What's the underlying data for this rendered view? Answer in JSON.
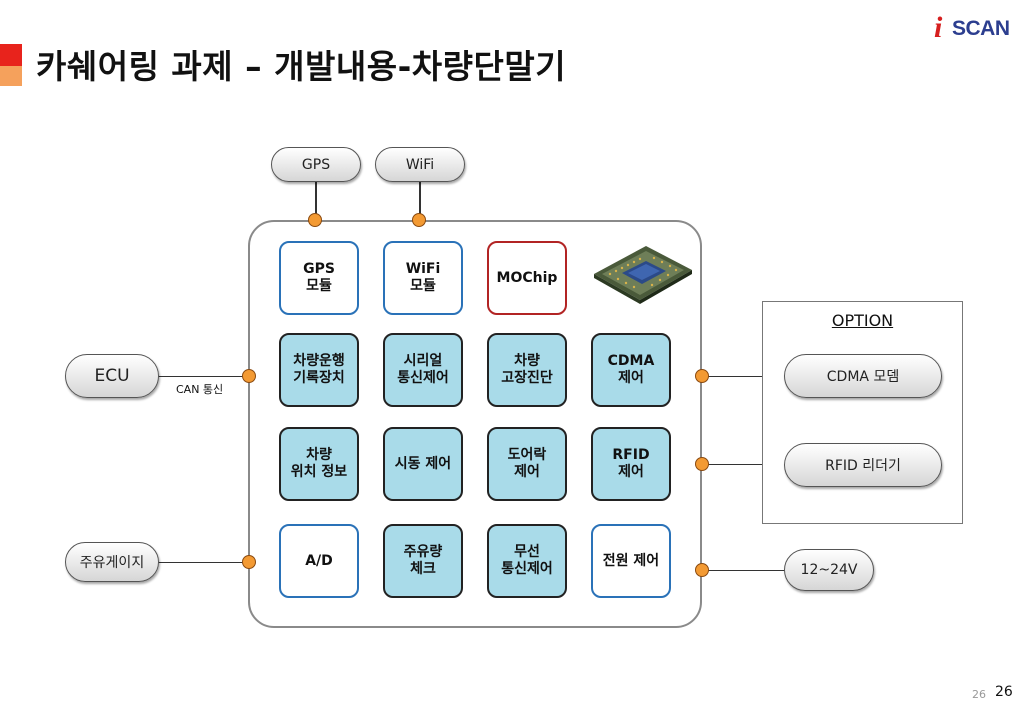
{
  "title": "카쉐어링 과제 – 개발내용-차량단말기",
  "logo": {
    "mark": "i",
    "text": "SCAN"
  },
  "external": {
    "gps": "GPS",
    "wifi": "WiFi",
    "ecu": "ECU",
    "can_label": "CAN 통신",
    "fuel_gauge": "주유게이지",
    "option_label": "OPTION",
    "cdma_modem": "CDMA 모뎀",
    "rfid_reader": "RFID 리더기",
    "power_range": "12~24V"
  },
  "modules": {
    "gps_module": "GPS\n모듈",
    "wifi_module": "WiFi\n모듈",
    "mochip": "MOChip",
    "driving_recorder": "차량운행\n기록장치",
    "serial_control": "시리얼\n통신제어",
    "fault_diagnosis": "차량\n고장진단",
    "cdma_control": "CDMA\n제어",
    "location_info": "차량\n위치 정보",
    "ignition_control": "시동 제어",
    "door_lock": "도어락\n제어",
    "rfid_control": "RFID\n제어",
    "ad": "A/D",
    "fuel_check": "주유량\n체크",
    "wireless_control": "무선\n통신제어",
    "power_control": "전원 제어"
  },
  "icons": {
    "chip": "cpu-chip-icon"
  },
  "page": {
    "small": "26",
    "big": "26"
  },
  "colors": {
    "accent_red": "#e8231c",
    "accent_orange": "#f5a15c",
    "module_fill": "#a9dbe9",
    "module_blue_border": "#2a72b8",
    "module_red_border": "#b22424",
    "connector": "#f39a33"
  }
}
